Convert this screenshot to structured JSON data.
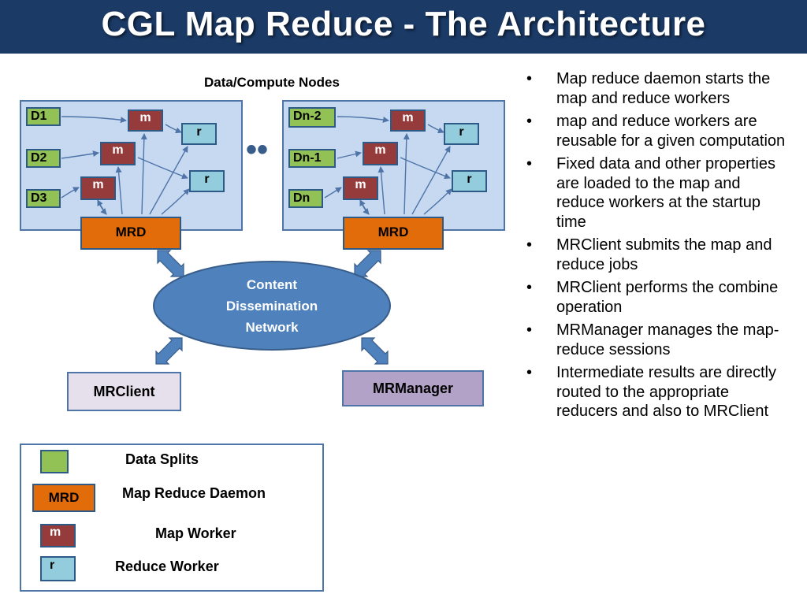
{
  "title": "CGL Map Reduce - The Architecture",
  "diagram": {
    "heading": "Data/Compute Nodes",
    "left_cluster": {
      "splits": [
        "D1",
        "D2",
        "D3"
      ],
      "map_label": "m",
      "reduce_label": "r",
      "daemon_label": "MRD"
    },
    "right_cluster": {
      "splits": [
        "Dn-2",
        "Dn-1",
        "Dn"
      ],
      "map_label": "m",
      "reduce_label": "r",
      "daemon_label": "MRD"
    },
    "network_label": [
      "Content",
      "Dissemination",
      "Network"
    ],
    "client_label": "MRClient",
    "manager_label": "MRManager"
  },
  "legend": {
    "data_splits": "Data Splits",
    "mrd_box": "MRD",
    "mrd_desc": "Map Reduce Daemon",
    "map_box": "m",
    "map_desc": "Map Worker",
    "reduce_box": "r",
    "reduce_desc": "Reduce Worker"
  },
  "bullets": [
    "Map reduce daemon starts the map and reduce workers",
    "map and reduce workers are reusable for a given computation",
    "Fixed data and other properties are loaded to the map and reduce workers at the startup time",
    "MRClient submits the map and reduce jobs",
    "MRClient performs the combine operation",
    "MRManager manages the map-reduce sessions",
    "Intermediate results are directly routed to the appropriate reducers and also to MRClient"
  ],
  "colors": {
    "title_bar": "#1b3a66",
    "cluster_fill": "#c6d9f1",
    "data_split": "#92c255",
    "map_worker": "#963b3b",
    "reduce_worker": "#93cddd",
    "daemon": "#e36c0a",
    "network": "#4f81bd",
    "client": "#e6e0ec",
    "manager": "#b3a2c7"
  }
}
